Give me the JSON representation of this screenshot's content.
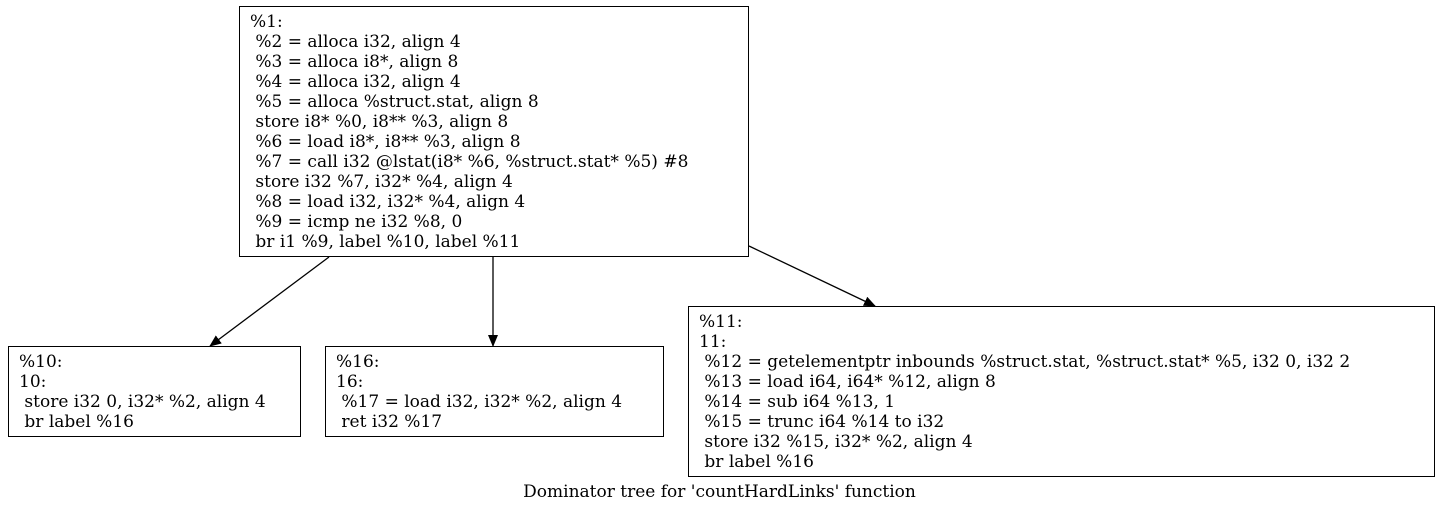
{
  "caption": "Dominator tree for 'countHardLinks' function",
  "nodes": {
    "n1": {
      "lines": [
        "%1:",
        " %2 = alloca i32, align 4",
        " %3 = alloca i8*, align 8",
        " %4 = alloca i32, align 4",
        " %5 = alloca %struct.stat, align 8",
        " store i8* %0, i8** %3, align 8",
        " %6 = load i8*, i8** %3, align 8",
        " %7 = call i32 @lstat(i8* %6, %struct.stat* %5) #8",
        " store i32 %7, i32* %4, align 4",
        " %8 = load i32, i32* %4, align 4",
        " %9 = icmp ne i32 %8, 0",
        " br i1 %9, label %10, label %11"
      ]
    },
    "n10": {
      "lines": [
        "%10:",
        "10:",
        " store i32 0, i32* %2, align 4",
        " br label %16"
      ]
    },
    "n16": {
      "lines": [
        "%16:",
        "16:",
        " %17 = load i32, i32* %2, align 4",
        " ret i32 %17"
      ]
    },
    "n11": {
      "lines": [
        "%11:",
        "11:",
        " %12 = getelementptr inbounds %struct.stat, %struct.stat* %5, i32 0, i32 2",
        " %13 = load i64, i64* %12, align 8",
        " %14 = sub i64 %13, 1",
        " %15 = trunc i64 %14 to i32",
        " store i32 %15, i32* %2, align 4",
        " br label %16"
      ]
    }
  },
  "edges": [
    {
      "from": "%1",
      "to": "%10"
    },
    {
      "from": "%1",
      "to": "%16"
    },
    {
      "from": "%1",
      "to": "%11"
    }
  ]
}
